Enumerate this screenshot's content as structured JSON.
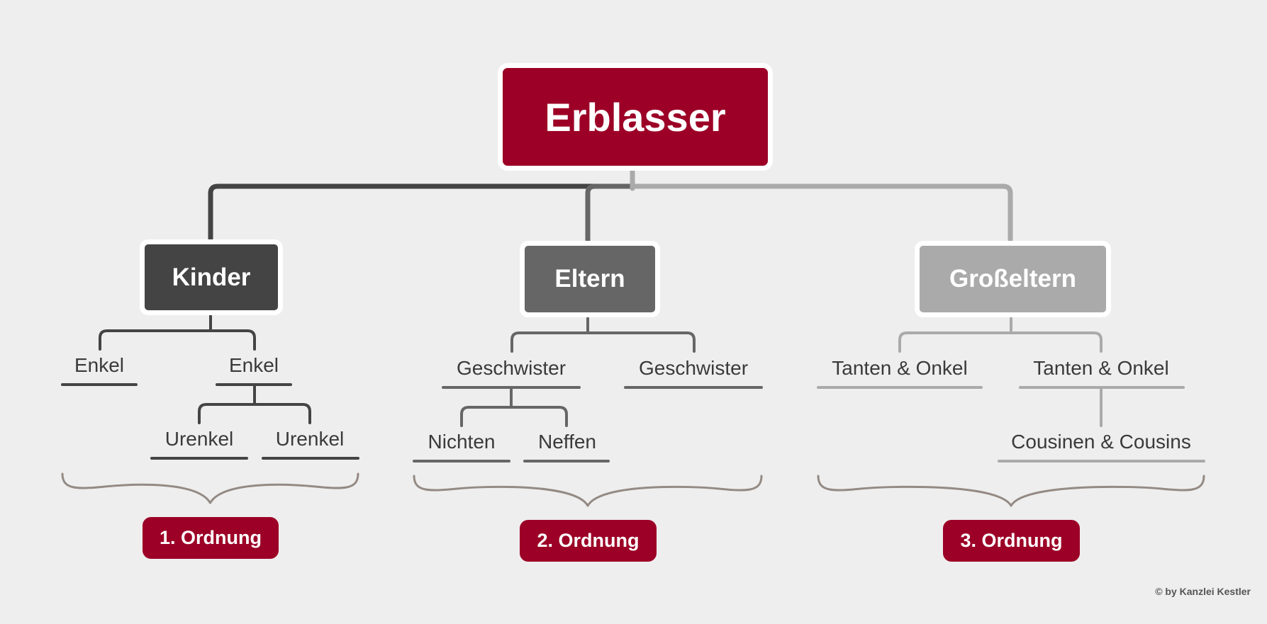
{
  "root": {
    "label": "Erblasser"
  },
  "groups": [
    {
      "id": "kinder",
      "label": "Kinder",
      "level1": [
        "Enkel",
        "Enkel"
      ],
      "level2": [
        "Urenkel",
        "Urenkel"
      ],
      "order": "1. Ordnung"
    },
    {
      "id": "eltern",
      "label": "Eltern",
      "level1": [
        "Geschwister",
        "Geschwister"
      ],
      "level2": [
        "Nichten",
        "Neffen"
      ],
      "order": "2. Ordnung"
    },
    {
      "id": "grosseltern",
      "label": "Großeltern",
      "level1": [
        "Tanten & Onkel",
        "Tanten & Onkel"
      ],
      "level2": [
        "Cousinen & Cousins"
      ],
      "order": "3. Ordnung"
    }
  ],
  "colors": {
    "accent": "#9c0026",
    "kinder": "#444444",
    "eltern": "#666666",
    "grosseltern": "#aaaaaa",
    "brace": "#948a84",
    "background": "#eeeeee"
  },
  "footer": {
    "copyright": "© by Kanzlei Kestler"
  }
}
